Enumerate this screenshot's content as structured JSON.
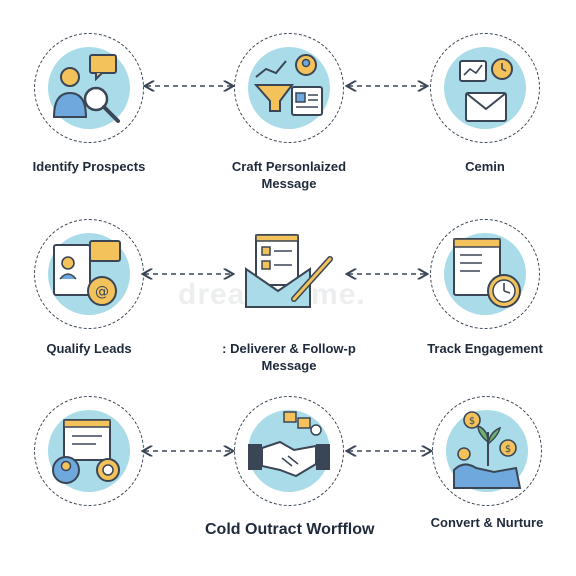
{
  "watermark": "dreamstime.",
  "title": "Cold Outract Worfflow",
  "steps": [
    {
      "label_lines": [
        "Identify Prospects"
      ]
    },
    {
      "label_lines": [
        "Craft Personlaized",
        "Message"
      ]
    },
    {
      "label_lines": [
        "Cemin"
      ]
    },
    {
      "label_lines": [
        "Qualify Leads"
      ]
    },
    {
      "label_lines": [
        ": Deliverer & Follow-p",
        "Message"
      ]
    },
    {
      "label_lines": [
        "Track Engagement"
      ]
    },
    {
      "label_lines": [
        ""
      ]
    },
    {
      "label_lines": [
        ""
      ]
    },
    {
      "label_lines": [
        "Convert & Nurture"
      ]
    }
  ],
  "icons": [
    "prospect-search-icon",
    "funnel-analytics-icon",
    "email-automation-icon",
    "lead-profile-gear-icon",
    "envelope-checklist-pen-icon",
    "engagement-timer-icon",
    "profile-badge-icon",
    "handshake-icon",
    "growth-handshake-icon"
  ],
  "colors": {
    "outline": "#3a4656",
    "accent_blue": "#a9dce8",
    "accent_yellow": "#f3c25a",
    "text": "#1f2a3a"
  }
}
